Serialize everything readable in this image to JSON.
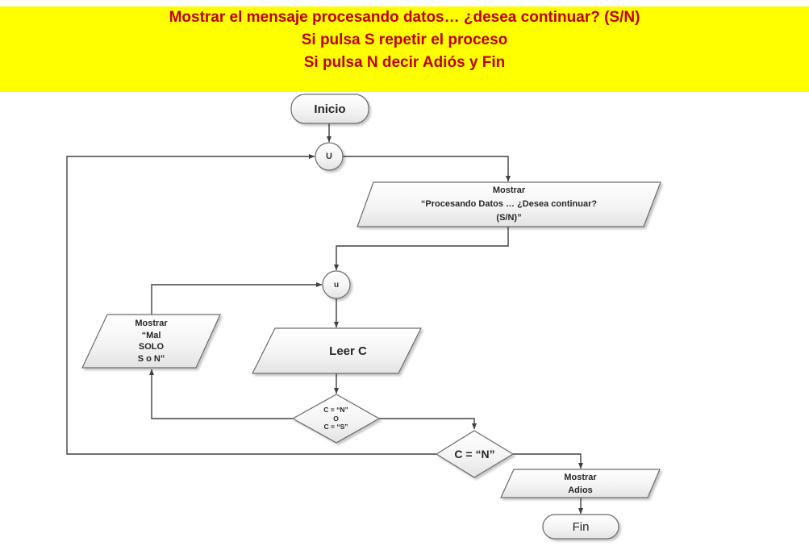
{
  "banner": {
    "bg_color": "#ffff00",
    "text_color": "#c00000",
    "lines": [
      "Mostrar el mensaje procesando datos… ¿desea continuar? (S/N)",
      "Si pulsa S repetir el proceso",
      "Si pulsa N decir Adiós y Fin"
    ]
  },
  "flowchart": {
    "start": {
      "label": "Inicio"
    },
    "connector_top": {
      "label": "U"
    },
    "connector_mid": {
      "label": "u"
    },
    "display_message": {
      "lines": [
        "Mostrar",
        "“Procesando Datos … ¿Desea continuar?",
        "(S/N)”"
      ]
    },
    "read_input": {
      "label": "Leer C"
    },
    "display_error": {
      "lines": [
        "Mostrar",
        "“Mal",
        "SOLO",
        "S o N”"
      ]
    },
    "decision_valid": {
      "lines": [
        "C = “N”",
        "O",
        "C = “S”"
      ]
    },
    "decision_exit": {
      "label": "C = “N”"
    },
    "display_goodbye": {
      "lines": [
        "Mostrar",
        "Adios"
      ]
    },
    "end": {
      "label": "Fin"
    }
  },
  "colors": {
    "shape_border": "#6b6b6b",
    "flow_line": "#404040",
    "shape_fill_top": "#ffffff",
    "shape_fill_bottom": "#e3e3e3"
  }
}
